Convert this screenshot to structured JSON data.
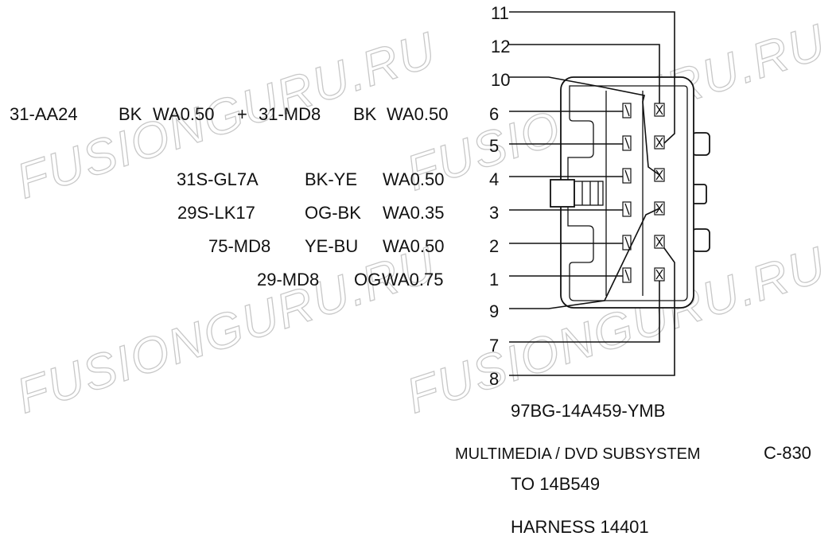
{
  "watermark": "FUSIONGURU.RU",
  "wires": [
    {
      "pin": "6",
      "circuit": "31-AA24",
      "color": "BK",
      "gauge": "WA0.50",
      "joiner": "+",
      "circuit2": "31-MD8",
      "color2": "BK",
      "gauge2": "WA0.50"
    },
    {
      "pin": "4",
      "circuit": "31S-GL7A",
      "color": "BK-YE",
      "gauge": "WA0.50"
    },
    {
      "pin": "3",
      "circuit": "29S-LK17",
      "color": "OG-BK",
      "gauge": "WA0.35"
    },
    {
      "pin": "2",
      "circuit": "75-MD8",
      "color": "YE-BU",
      "gauge": "WA0.50"
    },
    {
      "pin": "1",
      "circuit": "29-MD8",
      "color": "OG",
      "gauge": "WA0.75"
    }
  ],
  "pins": [
    "11",
    "12",
    "10",
    "6",
    "5",
    "4",
    "3",
    "2",
    "1",
    "9",
    "7",
    "8"
  ],
  "connector": {
    "part_number": "97BG-14A459-YMB",
    "description": "MULTIMEDIA / DVD SUBSYSTEM",
    "id": "C-830",
    "to": "TO 14B549",
    "harness": "HARNESS 14401"
  }
}
